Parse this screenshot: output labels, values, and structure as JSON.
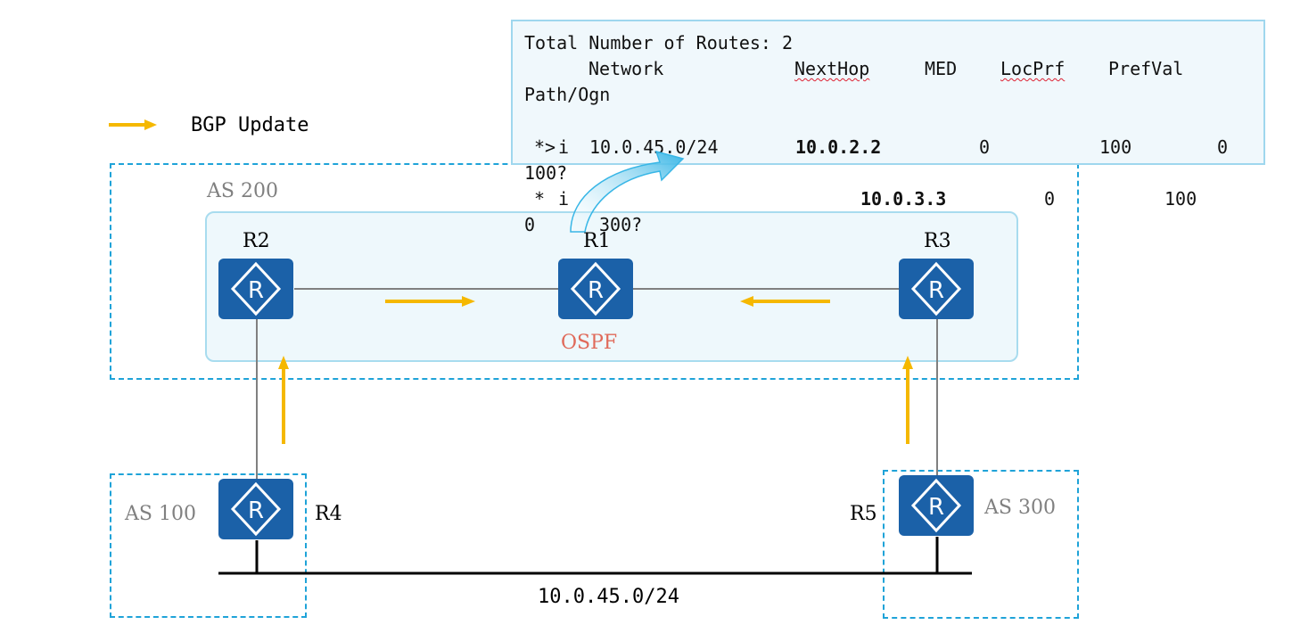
{
  "legend": {
    "text": "BGP Update",
    "color": "#f5b800"
  },
  "areas": {
    "as200": "AS 200",
    "as100": "AS 100",
    "as300": "AS 300",
    "ospf": "OSPF"
  },
  "routers": {
    "r1": "R1",
    "r2": "R2",
    "r3": "R3",
    "r4": "R4",
    "r5": "R5",
    "icon_letter": "R"
  },
  "network": {
    "lan": "10.0.45.0/24"
  },
  "route_table": {
    "total": "Total Number of Routes: 2",
    "headers": {
      "network": "Network",
      "nexthop": "NextHop",
      "med": "MED",
      "locprf": "LocPrf",
      "prefval": "PrefVal",
      "path": "Path/Ogn"
    },
    "rows": [
      {
        "flag": "*>",
        "type": "i",
        "network": "10.0.45.0/24",
        "nexthop": "10.0.2.2",
        "med": "0",
        "locprf": "100",
        "prefval": "0",
        "path": "100?"
      },
      {
        "flag": "*",
        "type": "i",
        "nexthop": "10.0.3.3",
        "med": "0",
        "locprf": "100",
        "prefval": "0",
        "path": "300?"
      }
    ]
  },
  "colors": {
    "router": "#1b61a8",
    "dash": "#1fa3d8",
    "arrow": "#f5b800",
    "highlight": "#e06a5a",
    "link": "#808080"
  }
}
